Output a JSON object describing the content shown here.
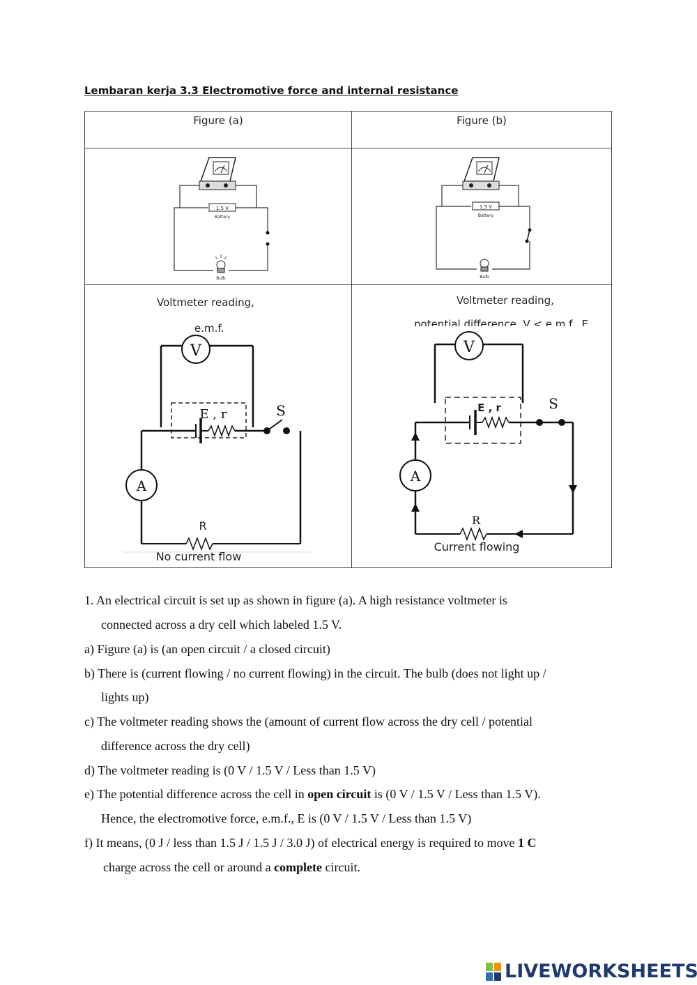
{
  "title": "Lembaran kerja 3.3 Electromotive force and internal resistance",
  "table": {
    "col_headers": [
      "Figure (a)",
      "Figure (b)"
    ],
    "row3": {
      "left_label_1": "Voltmeter reading,",
      "left_label_2": "e.m.f.",
      "right_label_1": "Voltmeter reading,",
      "right_label_2": "potential difference, V < e.m.f., E"
    },
    "figure_a": {
      "battery_label": "1.5 V",
      "battery_caption": "Battery",
      "bulb_caption": "Bulb"
    },
    "figure_b": {
      "battery_label": "1.5 V",
      "battery_caption": "Battery",
      "bulb_caption": "Bulb"
    },
    "circuit_a": {
      "voltmeter": "V",
      "ammeter": "A",
      "cell": "E , r",
      "switch": "S",
      "resistor": "R",
      "caption": "No current flow"
    },
    "circuit_b": {
      "voltmeter": "V",
      "ammeter": "A",
      "cell": "E , r",
      "switch": "S",
      "resistor": "R",
      "caption": "Current flowing"
    }
  },
  "questions": {
    "q1_line1": "1.  An electrical circuit is set up as shown in figure (a).  A high resistance voltmeter is",
    "q1_line2": "connected across a dry cell which labeled 1.5 V.",
    "a": "a)  Figure (a) is (an open circuit / a closed circuit)",
    "b_line1": "b) There is (current flowing / no current flowing) in the circuit.  The bulb (does not light up /",
    "b_line2": "lights up)",
    "c_line1": "c) The voltmeter reading shows the (amount of current flow across the dry cell / potential",
    "c_line2": "difference across the dry cell)",
    "d": "d)  The voltmeter reading is (0 V / 1.5 V / Less than 1.5 V)",
    "e_line1_pre": "e)  The potential difference across the cell in ",
    "e_line1_bold": "open circuit",
    "e_line1_post": " is (0 V / 1.5 V / Less than 1.5 V).",
    "e_line2": "Hence, the electromotive force, e.m.f., E is (0 V / 1.5 V / Less than 1.5 V)",
    "f_line1_pre": "f)   It means, (0 J / less than 1.5 J /   1.5 J / 3.0 J) of electrical energy is required to move ",
    "f_line1_bold": "1 C",
    "f_line2_pre": "charge across the cell or around a ",
    "f_line2_bold": "complete",
    "f_line2_post": " circuit."
  },
  "brand": {
    "name": "LIVEWORKSHEETS",
    "icon": "liveworksheets-logo-icon",
    "colors": {
      "text": "#1e3a6e",
      "green": "#7cc242",
      "orange": "#f39200",
      "blue": "#2c6fb7"
    }
  }
}
